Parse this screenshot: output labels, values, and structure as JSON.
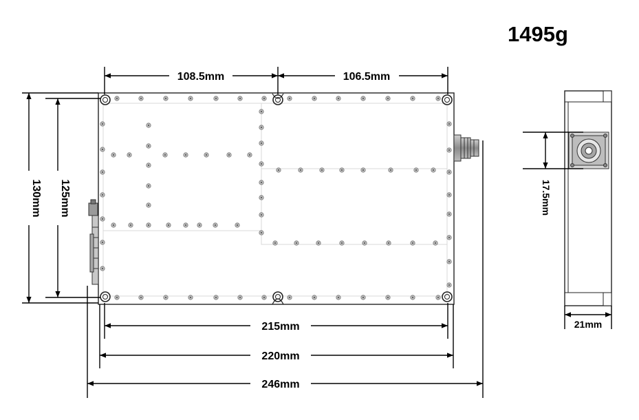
{
  "weight": "1495g",
  "dimensions": {
    "top_left": "108.5mm",
    "top_right": "106.5mm",
    "width_holes": "215mm",
    "width_body": "220mm",
    "width_overall": "246mm",
    "height_body": "130mm",
    "height_holes": "125mm",
    "connector_height": "17.5mm",
    "depth": "21mm"
  }
}
